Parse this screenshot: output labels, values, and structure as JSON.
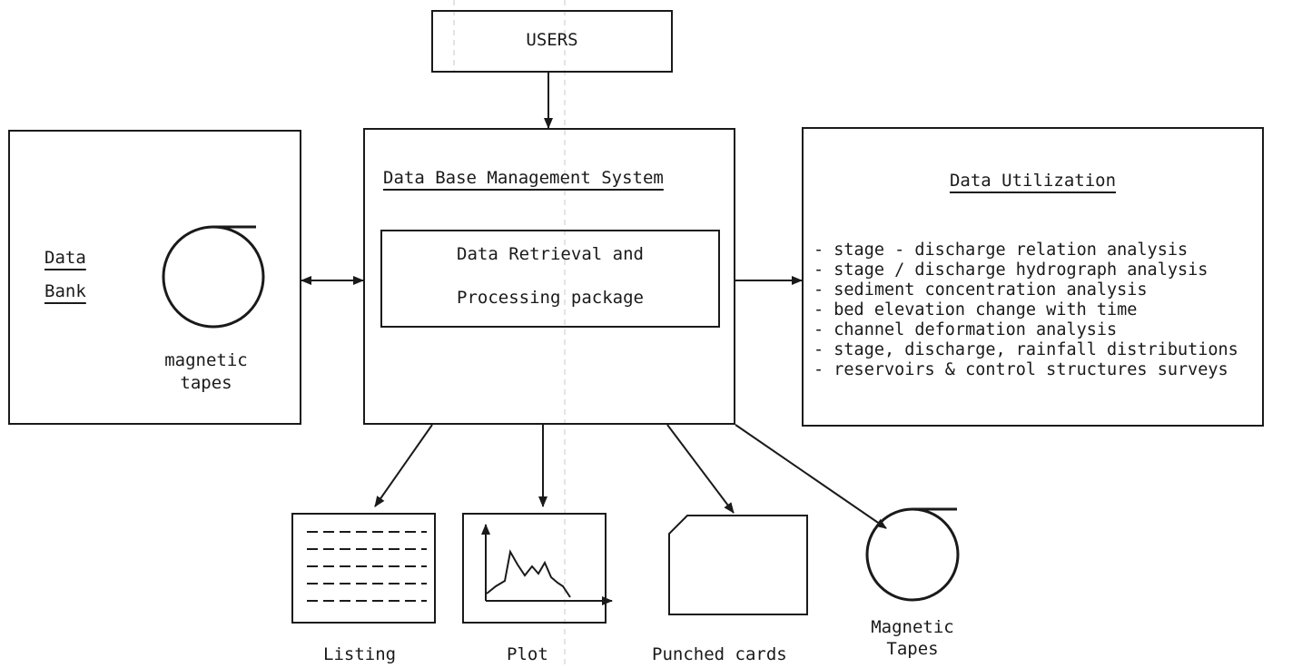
{
  "users": {
    "label": "USERS"
  },
  "dbms": {
    "title": "Data Base Management System",
    "package_line1": "Data Retrieval and",
    "package_line2": "Processing package"
  },
  "data_bank": {
    "label_line1": "Data",
    "label_line2": "Bank",
    "tape_label_line1": "magnetic",
    "tape_label_line2": "tapes"
  },
  "utilization": {
    "title": "Data Utilization",
    "items": [
      "stage - discharge relation analysis",
      "stage / discharge hydrograph analysis",
      "sediment concentration analysis",
      "bed elevation change with time",
      "channel deformation analysis",
      "stage, discharge, rainfall distributions",
      "reservoirs & control structures surveys"
    ]
  },
  "outputs": {
    "listing": "Listing",
    "plot": "Plot",
    "punched_cards": "Punched cards",
    "magnetic_tapes_line1": "Magnetic",
    "magnetic_tapes_line2": "Tapes"
  },
  "colors": {
    "ink": "#1a1a1a",
    "paper": "#ffffff"
  }
}
